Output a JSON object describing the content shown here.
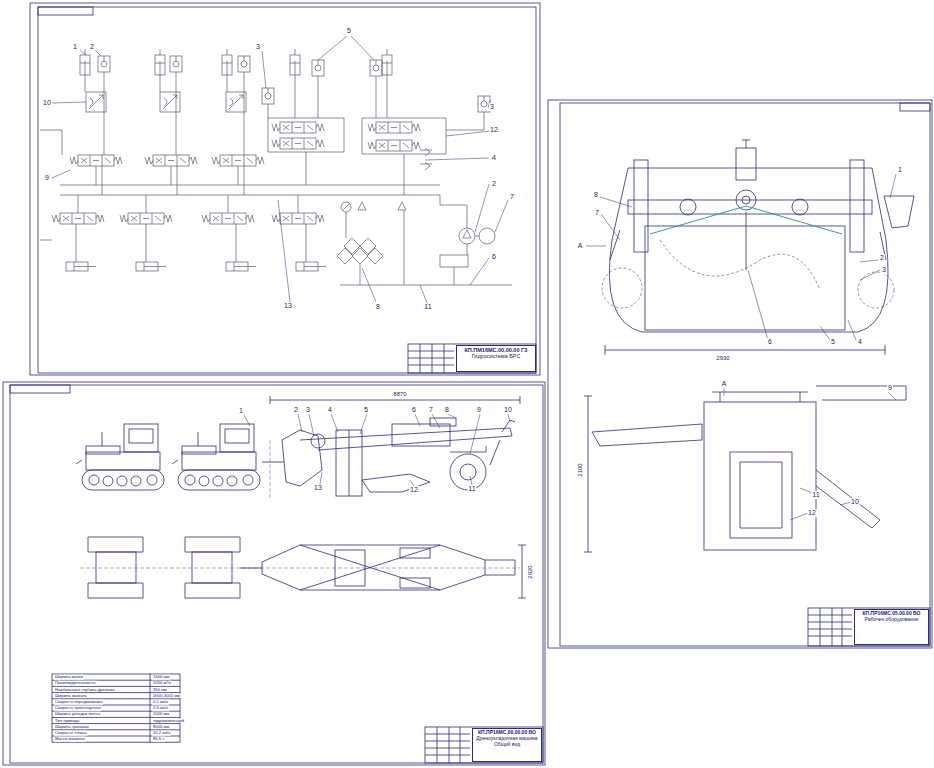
{
  "diagram": {
    "nodes": [
      {
        "text": [
          "КП.ПМ16МС.00.00.00 ГЗ",
          "Гидросистема БРС"
        ]
      },
      {
        "text": [
          "КП.ПР16МС.00.00.00 ВО",
          "Дреноукладочная машина Общий вид"
        ]
      },
      {
        "text": [
          "КП.ПР16МС.05.00.00 ВО",
          "Рабочее оборудование"
        ]
      }
    ],
    "labels": [
      "1",
      "2",
      "10",
      "9",
      "3",
      "5",
      "3",
      "12",
      "4",
      "2",
      "7",
      "6",
      "8",
      "11",
      "13",
      "1",
      "2",
      "3",
      "4",
      "5",
      "6",
      "7",
      "8",
      "9",
      "10",
      "13",
      "12",
      "11",
      "8870",
      "2920",
      "Ширина колеи",
      "1500 мм",
      "Производительность",
      "1000 м³/ч",
      "Наибольшая глубина дренажа",
      "350 мм",
      "Ширина захвата",
      "2000-3000 мм",
      "Скорость передвижения",
      "0,1 км/ч",
      "Скорость транспортная",
      "2,5 км/ч",
      "Ширина укладки ленты",
      "1000 мм",
      "Тип привода",
      "гидравлический",
      "Ширина траншеи",
      "8000 мм",
      "Скорость тягача",
      "10,2 км/ч",
      "Масса машины",
      "85,5 т",
      "1",
      "8",
      "7",
      "2",
      "3",
      "4",
      "5",
      "6",
      "А",
      "2930",
      "А",
      "9",
      "10",
      "11",
      "12",
      "2100"
    ]
  }
}
